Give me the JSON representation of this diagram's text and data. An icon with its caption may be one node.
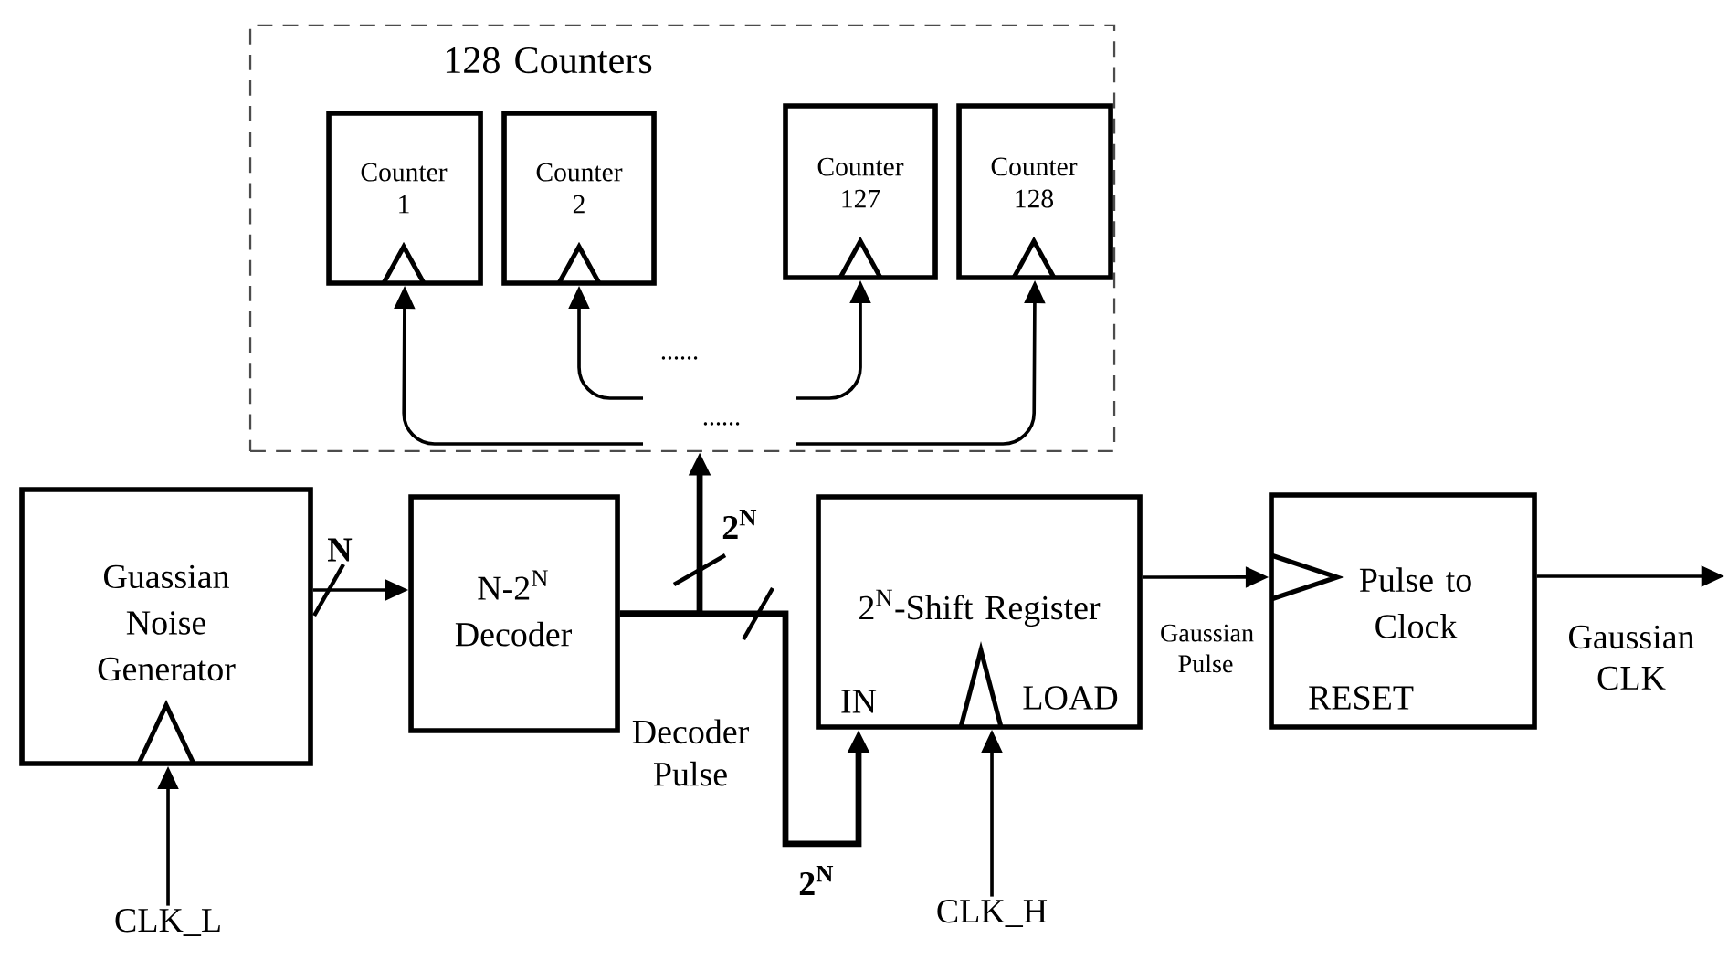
{
  "diagram": {
    "nodes": [
      {
        "text": [
          "128 Counters"
        ]
      },
      {
        "text": [
          "Counter 1"
        ],
        "in": 0
      },
      {
        "text": [
          "Counter 2"
        ],
        "in": 0
      },
      {
        "text": [
          "Counter 127"
        ],
        "in": 0
      },
      {
        "text": [
          "Counter 128"
        ],
        "in": 0
      },
      {
        "text": [
          "Guassian Noise Generator"
        ]
      },
      {
        "text": [
          "N-2$^{N}$ Decoder"
        ]
      },
      {
        "text": [
          "2$^{N}$-Shift Register",
          "IN",
          "LOAD"
        ]
      },
      {
        "text": [
          "Pulse to Clock",
          "RESET"
        ]
      },
      {
        "text": [
          "CLK_L"
        ]
      },
      {
        "text": [
          "CLK_H"
        ]
      }
    ],
    "edges": [
      {
        "from": 5,
        "to": 6,
        "arrow": "to",
        "label": "N"
      },
      {
        "from": 6,
        "to": 0,
        "arrow": "to",
        "label": "2$^{N}$",
        "style": "thick"
      },
      {
        "from": 6,
        "to": 7,
        "arrow": "to",
        "label": "2$^{N}$",
        "style": "thick"
      },
      {
        "from": 9,
        "to": 5,
        "arrow": "to"
      },
      {
        "from": 10,
        "to": 7,
        "arrow": "to"
      },
      {
        "from": 7,
        "to": 8,
        "arrow": "to",
        "label": "Gaussian Pulse"
      },
      {
        "from": 8,
        "to": null,
        "arrow": "to",
        "label": "Gaussian CLK"
      },
      {
        "from": null,
        "to": 1,
        "arrow": "to"
      },
      {
        "from": null,
        "to": 2,
        "arrow": "to"
      },
      {
        "from": null,
        "to": 3,
        "arrow": "to"
      },
      {
        "from": null,
        "to": 4,
        "arrow": "to"
      }
    ],
    "labels": [
      "......",
      "......",
      "Decoder Pulse"
    ]
  }
}
